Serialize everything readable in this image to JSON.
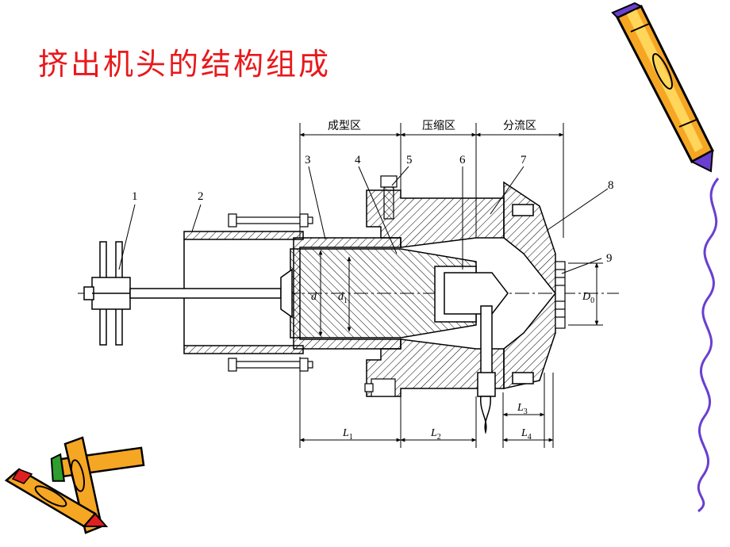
{
  "slide": {
    "title": "挤出机头的结构组成"
  },
  "zones": {
    "forming": "成型区",
    "compression": "压缩区",
    "distribution": "分流区"
  },
  "part_numbers": [
    "1",
    "2",
    "3",
    "4",
    "5",
    "6",
    "7",
    "8",
    "9"
  ],
  "dimensions": {
    "d": "d",
    "d1_main": "d",
    "d1_sub": "1",
    "D0_main": "D",
    "D0_sub": "0",
    "L1_main": "L",
    "L1_sub": "1",
    "L2_main": "L",
    "L2_sub": "2",
    "L3_main": "L",
    "L3_sub": "3",
    "L4_main": "L",
    "L4_sub": "4"
  },
  "colors": {
    "title": "#e8191c",
    "pencil_body": "#f5a623",
    "pencil_outline": "#000000",
    "pencil_tip_purple": "#6a3fd0",
    "border_wave": "#6a3fd0",
    "pencil_green": "#2e9e2e",
    "pencil_red": "#e02020"
  },
  "icons": [
    "pencil-decoration-icon",
    "crossed-pencils-icon",
    "wavy-border-icon"
  ]
}
